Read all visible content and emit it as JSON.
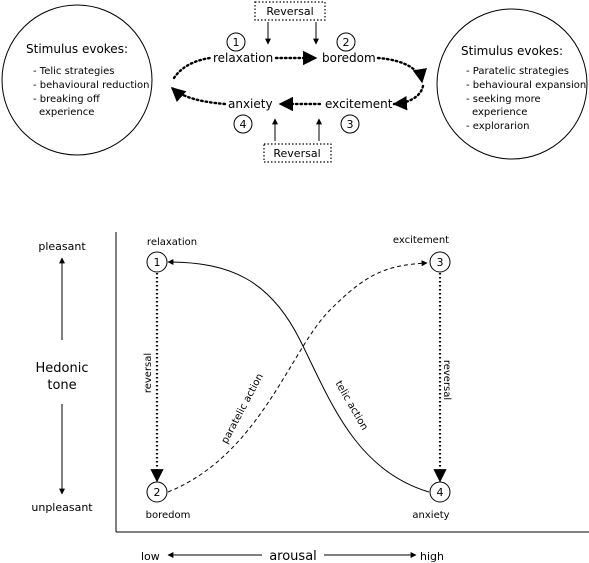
{
  "top": {
    "left_box": {
      "title": "Stimulus evokes:",
      "lines": [
        "- Telic strategies",
        "- behavioural reduction",
        "- breaking off",
        "  experience"
      ]
    },
    "right_box": {
      "title": "Stimulus evokes:",
      "lines": [
        "- Paratelic strategies",
        "- behavioural expansion",
        "- seeking more",
        "  experience",
        "- explorarion"
      ]
    },
    "states": [
      {
        "num": "1",
        "label": "relaxation"
      },
      {
        "num": "2",
        "label": "boredom"
      },
      {
        "num": "3",
        "label": "excitement"
      },
      {
        "num": "4",
        "label": "anxiety"
      }
    ],
    "reversal_top": "Reversal",
    "reversal_bottom": "Reversal"
  },
  "bottom": {
    "y_top": "pleasant",
    "y_bottom": "unpleasant",
    "y_axis_line1": "Hedonic",
    "y_axis_line2": "tone",
    "x_low": "low",
    "x_mid": "arousal",
    "x_high": "high",
    "corner_labels": {
      "tl": "relaxation",
      "tr": "excitement",
      "bl": "boredom",
      "br": "anxiety"
    },
    "nodes": [
      "1",
      "2",
      "3",
      "4"
    ],
    "reversal_left": "reversal",
    "reversal_right": "reversal",
    "paratelic": "paratelic action",
    "telic": "telic action"
  }
}
